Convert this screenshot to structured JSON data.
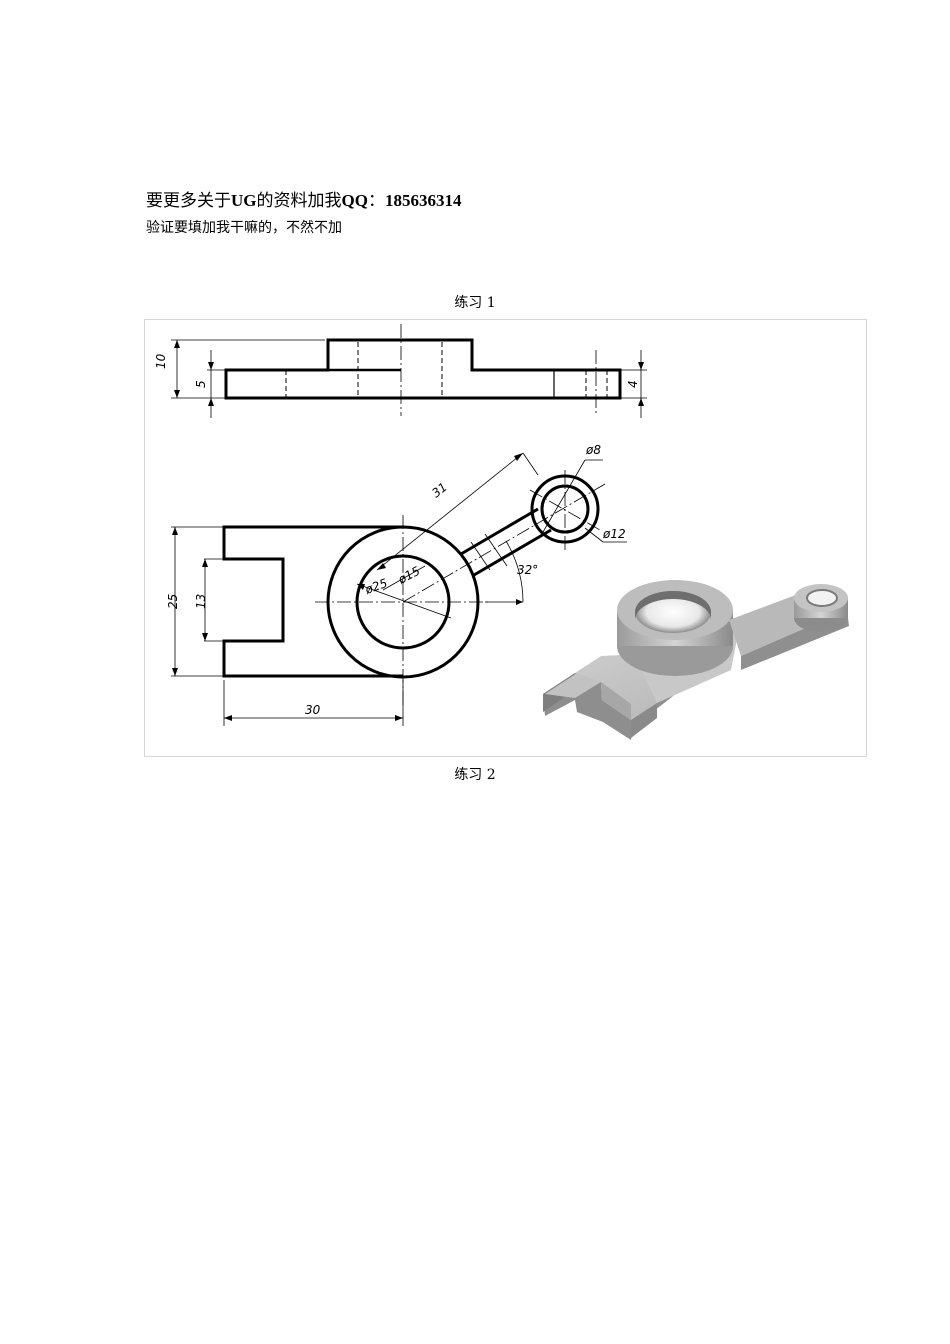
{
  "header": {
    "prefix": "要更多关于",
    "ug": "UG",
    "middle": "的资料加我",
    "qq_label": "QQ",
    "colon": "：",
    "qq_number": "185636314"
  },
  "subheader": "验证要填加我干嘛的，不然不加",
  "captions": {
    "exercise1": "练习 1",
    "exercise2": "练习 2"
  },
  "drawing": {
    "dims": {
      "h10": "10",
      "h5": "5",
      "h4": "4",
      "d8": "ø8",
      "d12": "ø12",
      "len31": "31",
      "ang32": "32°",
      "d25": "ø25",
      "d15": "ø15",
      "h25": "25",
      "h13": "13",
      "w30": "30"
    }
  }
}
